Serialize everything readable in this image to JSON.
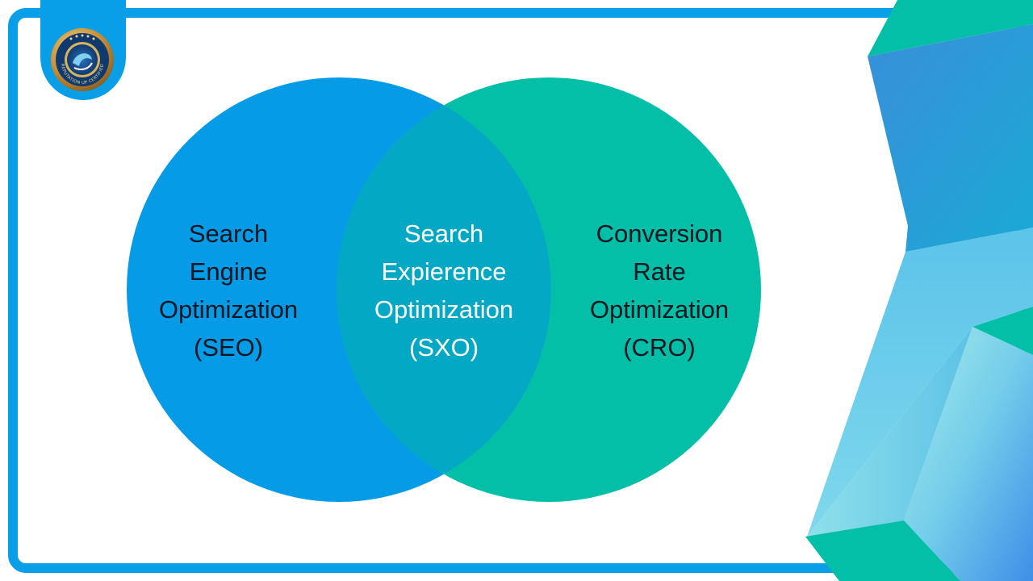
{
  "diagram": {
    "type": "venn",
    "sets": [
      {
        "id": "seo",
        "lines": [
          "Search",
          "Engine",
          "Optimization",
          "(SEO)"
        ],
        "color": "#069be6"
      },
      {
        "id": "cro",
        "lines": [
          "Conversion",
          "Rate",
          "Optimization",
          "(CRO)"
        ],
        "color": "#03bfa7"
      }
    ],
    "intersection": {
      "id": "sxo",
      "lines": [
        "Search",
        "Expierence",
        "Optimization",
        "(SXO)"
      ],
      "color": "#03a9c4"
    }
  },
  "colors": {
    "frame": "#089ee8",
    "teal": "#03bfa7",
    "blue": "#069be6"
  },
  "logo": {
    "icon": "certified-badge-icon",
    "badge_text": "REPUTATION UP CERTIFIED"
  }
}
